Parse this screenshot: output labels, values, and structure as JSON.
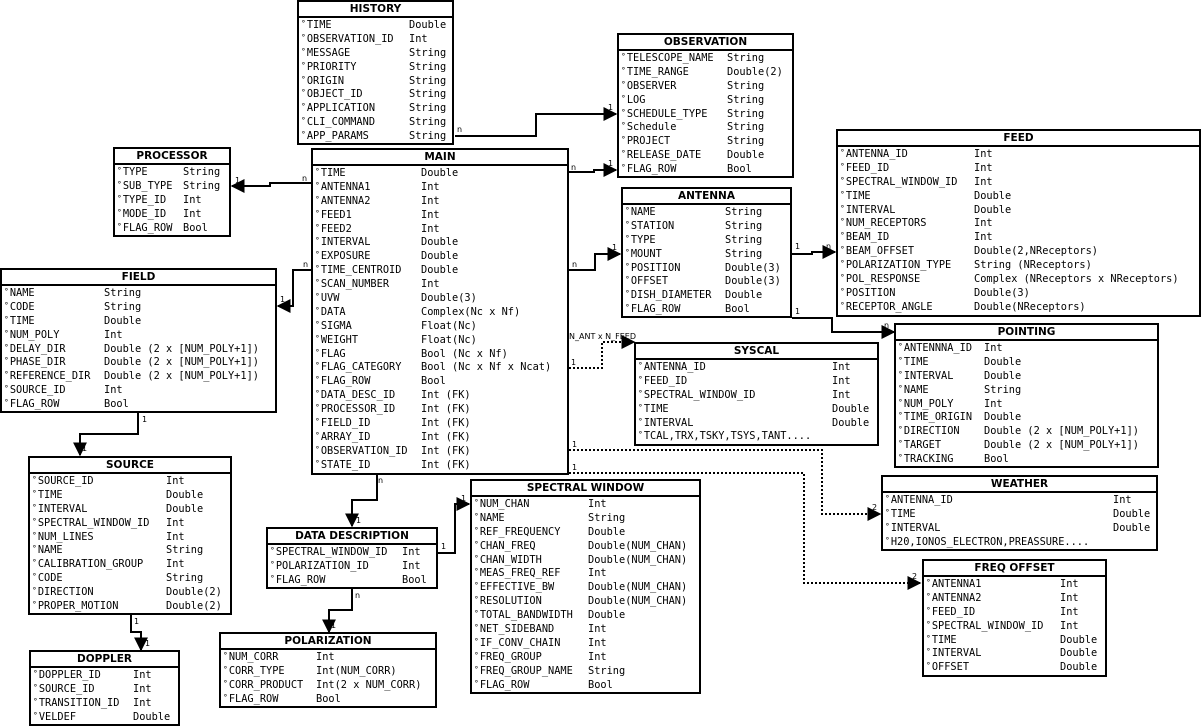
{
  "tables": {
    "history": {
      "title": "HISTORY",
      "fields": [
        [
          "TIME",
          "Double"
        ],
        [
          "OBSERVATION_ID",
          "Int"
        ],
        [
          "MESSAGE",
          "String"
        ],
        [
          "PRIORITY",
          "String"
        ],
        [
          "ORIGIN",
          "String"
        ],
        [
          "OBJECT_ID",
          "String"
        ],
        [
          "APPLICATION",
          "String"
        ],
        [
          "CLI_COMMAND",
          "String"
        ],
        [
          "APP_PARAMS",
          "String"
        ]
      ]
    },
    "observation": {
      "title": "OBSERVATION",
      "fields": [
        [
          "TELESCOPE_NAME",
          "String"
        ],
        [
          "TIME_RANGE",
          "Double(2)"
        ],
        [
          "OBSERVER",
          "String"
        ],
        [
          "LOG",
          "String"
        ],
        [
          "SCHEDULE_TYPE",
          "String"
        ],
        [
          "Schedule",
          "String"
        ],
        [
          "PROJECT",
          "String"
        ],
        [
          "RELEASE_DATE",
          "Double"
        ],
        [
          "FLAG_ROW",
          "Bool"
        ]
      ]
    },
    "feed": {
      "title": "FEED",
      "fields": [
        [
          "ANTENNA_ID",
          "Int"
        ],
        [
          "FEED_ID",
          "Int"
        ],
        [
          "SPECTRAL_WINDOW_ID",
          "Int"
        ],
        [
          "TIME",
          "Double"
        ],
        [
          "INTERVAL",
          "Double"
        ],
        [
          "NUM_RECEPTORS",
          "Int"
        ],
        [
          "BEAM_ID",
          "Int"
        ],
        [
          "BEAM_OFFSET",
          "Double(2,NReceptors)"
        ],
        [
          "POLARIZATION_TYPE",
          "String (NReceptors)"
        ],
        [
          "POL_RESPONSE",
          "Complex (NReceptors x NReceptors)"
        ],
        [
          "POSITION",
          "Double(3)"
        ],
        [
          "RECEPTOR_ANGLE",
          "Double(NReceptors)"
        ]
      ]
    },
    "processor": {
      "title": "PROCESSOR",
      "fields": [
        [
          "TYPE",
          "String"
        ],
        [
          "SUB_TYPE",
          "String"
        ],
        [
          "TYPE_ID",
          "Int"
        ],
        [
          "MODE_ID",
          "Int"
        ],
        [
          "FLAG_ROW",
          "Bool"
        ]
      ]
    },
    "main": {
      "title": "MAIN",
      "fields": [
        [
          "TIME",
          "Double"
        ],
        [
          "ANTENNA1",
          "Int"
        ],
        [
          "ANTENNA2",
          "Int"
        ],
        [
          "FEED1",
          "Int"
        ],
        [
          "FEED2",
          "Int"
        ],
        [
          "INTERVAL",
          "Double"
        ],
        [
          "EXPOSURE",
          "Double"
        ],
        [
          "TIME_CENTROID",
          "Double"
        ],
        [
          "SCAN_NUMBER",
          "Int"
        ],
        [
          "UVW",
          "Double(3)"
        ],
        [
          "DATA",
          "Complex(Nc x Nf)"
        ],
        [
          "SIGMA",
          "Float(Nc)"
        ],
        [
          "WEIGHT",
          "Float(Nc)"
        ],
        [
          "FLAG",
          "Bool (Nc x Nf)"
        ],
        [
          "FLAG_CATEGORY",
          "Bool (Nc x Nf x Ncat)"
        ],
        [
          "FLAG_ROW",
          "Bool"
        ],
        [
          "DATA_DESC_ID",
          "Int (FK)"
        ],
        [
          "PROCESSOR_ID",
          "Int (FK)"
        ],
        [
          "FIELD_ID",
          "Int (FK)"
        ],
        [
          "ARRAY_ID",
          "Int (FK)"
        ],
        [
          "OBSERVATION_ID",
          "Int (FK)"
        ],
        [
          "STATE_ID",
          "Int (FK)"
        ]
      ]
    },
    "antenna": {
      "title": "ANTENNA",
      "fields": [
        [
          "NAME",
          "String"
        ],
        [
          "STATION",
          "String"
        ],
        [
          "TYPE",
          "String"
        ],
        [
          "MOUNT",
          "String"
        ],
        [
          "POSITION",
          "Double(3)"
        ],
        [
          "OFFSET",
          "Double(3)"
        ],
        [
          "DISH_DIAMETER",
          "Double"
        ],
        [
          "FLAG_ROW",
          "Bool"
        ]
      ]
    },
    "field": {
      "title": "FIELD",
      "fields": [
        [
          "NAME",
          "String"
        ],
        [
          "CODE",
          "String"
        ],
        [
          "TIME",
          "Double"
        ],
        [
          "NUM_POLY",
          "Int"
        ],
        [
          "DELAY_DIR",
          "Double (2 x [NUM_POLY+1])"
        ],
        [
          "PHASE_DIR",
          "Double (2 x [NUM_POLY+1])"
        ],
        [
          "REFERENCE_DIR",
          "Double (2 x [NUM_POLY+1])"
        ],
        [
          "SOURCE_ID",
          "Int"
        ],
        [
          "FLAG_ROW",
          "Bool"
        ]
      ]
    },
    "pointing": {
      "title": "POINTING",
      "fields": [
        [
          "ANTENNNA_ID",
          "Int"
        ],
        [
          "TIME",
          "Double"
        ],
        [
          "INTERVAL",
          "Double"
        ],
        [
          "NAME",
          "String"
        ],
        [
          "NUM_POLY",
          "Int"
        ],
        [
          "TIME_ORIGIN",
          "Double"
        ],
        [
          "DIRECTION",
          "Double (2 x [NUM_POLY+1])"
        ],
        [
          "TARGET",
          "Double (2 x [NUM_POLY+1])"
        ],
        [
          "TRACKING",
          "Bool"
        ]
      ]
    },
    "syscal": {
      "title": "SYSCAL",
      "fields": [
        [
          "ANTENNA_ID",
          "Int"
        ],
        [
          "FEED_ID",
          "Int"
        ],
        [
          "SPECTRAL_WINDOW_ID",
          "Int"
        ],
        [
          "TIME",
          "Double"
        ],
        [
          "INTERVAL",
          "Double"
        ],
        [
          "TCAL,TRX,TSKY,TSYS,TANT....",
          ""
        ]
      ]
    },
    "source": {
      "title": "SOURCE",
      "fields": [
        [
          "SOURCE_ID",
          "Int"
        ],
        [
          "TIME",
          "Double"
        ],
        [
          "INTERVAL",
          "Double"
        ],
        [
          "SPECTRAL_WINDOW_ID",
          "Int"
        ],
        [
          "NUM_LINES",
          "Int"
        ],
        [
          "NAME",
          "String"
        ],
        [
          "CALIBRATION_GROUP",
          "Int"
        ],
        [
          "CODE",
          "String"
        ],
        [
          "DIRECTION",
          "Double(2)"
        ],
        [
          "PROPER_MOTION",
          "Double(2)"
        ]
      ]
    },
    "weather": {
      "title": "WEATHER",
      "fields": [
        [
          "ANTENNA_ID",
          "Int"
        ],
        [
          "TIME",
          "Double"
        ],
        [
          "INTERVAL",
          "Double"
        ],
        [
          "H20,IONOS_ELECTRON,PREASSURE....",
          ""
        ]
      ]
    },
    "spectral_window": {
      "title": "SPECTRAL WINDOW",
      "fields": [
        [
          "NUM_CHAN",
          "Int"
        ],
        [
          "NAME",
          "String"
        ],
        [
          "REF_FREQUENCY",
          "Double"
        ],
        [
          "CHAN_FREQ",
          "Double(NUM_CHAN)"
        ],
        [
          "CHAN_WIDTH",
          "Double(NUM_CHAN)"
        ],
        [
          "MEAS_FREQ_REF",
          "Int"
        ],
        [
          "EFFECTIVE_BW",
          "Double(NUM_CHAN)"
        ],
        [
          "RESOLUTION",
          "Double(NUM_CHAN)"
        ],
        [
          "TOTAL_BANDWIDTH",
          "Double"
        ],
        [
          "NET_SIDEBAND",
          "Int"
        ],
        [
          "IF_CONV_CHAIN",
          "Int"
        ],
        [
          "FREQ_GROUP",
          "Int"
        ],
        [
          "FREQ_GROUP_NAME",
          "String"
        ],
        [
          "FLAG_ROW",
          "Bool"
        ]
      ]
    },
    "data_description": {
      "title": "DATA DESCRIPTION",
      "fields": [
        [
          "SPECTRAL_WINDOW_ID",
          "Int"
        ],
        [
          "POLARIZATION_ID",
          "Int"
        ],
        [
          "FLAG_ROW",
          "Bool"
        ]
      ]
    },
    "freq_offset": {
      "title": "FREQ OFFSET",
      "fields": [
        [
          "ANTENNA1",
          "Int"
        ],
        [
          "ANTENNA2",
          "Int"
        ],
        [
          "FEED_ID",
          "Int"
        ],
        [
          "SPECTRAL_WINDOW_ID",
          "Int"
        ],
        [
          "TIME",
          "Double"
        ],
        [
          "INTERVAL",
          "Double"
        ],
        [
          "OFFSET",
          "Double"
        ]
      ]
    },
    "polarization": {
      "title": "POLARIZATION",
      "fields": [
        [
          "NUM_CORR",
          "Int"
        ],
        [
          "CORR_TYPE",
          "Int(NUM_CORR)"
        ],
        [
          "CORR_PRODUCT",
          "Int(2 x NUM_CORR)"
        ],
        [
          "FLAG_ROW",
          "Bool"
        ]
      ]
    },
    "doppler": {
      "title": "DOPPLER",
      "fields": [
        [
          "DOPPLER_ID",
          "Int"
        ],
        [
          "SOURCE_ID",
          "Int"
        ],
        [
          "TRANSITION_ID",
          "Int"
        ],
        [
          "VELDEF",
          "Double"
        ]
      ]
    }
  },
  "labels": {
    "n": "n",
    "one": "1",
    "syscal_card": "N_ANT x N_FEED"
  }
}
